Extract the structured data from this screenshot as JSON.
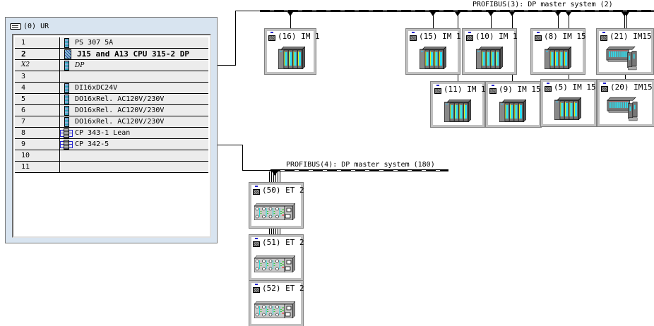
{
  "rack": {
    "title": "(0) UR",
    "rows": [
      {
        "slot": "1",
        "module": "PS 307 5A",
        "icon": "power-supply-icon",
        "style": "normal"
      },
      {
        "slot": "2",
        "module": "J15 and A13 CPU 315-2 DP",
        "icon": "cpu-icon",
        "style": "bold"
      },
      {
        "slot": "X2",
        "module": "DP",
        "icon": "module-icon",
        "style": "italic"
      },
      {
        "slot": "3",
        "module": "",
        "icon": "",
        "style": "normal"
      },
      {
        "slot": "4",
        "module": "DI16xDC24V",
        "icon": "module-icon",
        "style": "normal"
      },
      {
        "slot": "5",
        "module": "DO16xRel. AC120V/230V",
        "icon": "module-icon",
        "style": "normal"
      },
      {
        "slot": "6",
        "module": "DO16xRel. AC120V/230V",
        "icon": "module-icon",
        "style": "normal"
      },
      {
        "slot": "7",
        "module": "DO16xRel. AC120V/230V",
        "icon": "module-icon",
        "style": "normal"
      },
      {
        "slot": "8",
        "module": "CP 343-1 Lean",
        "icon": "cp-icon",
        "style": "normal"
      },
      {
        "slot": "9",
        "module": "CP 342-5",
        "icon": "cp-icon",
        "style": "normal"
      },
      {
        "slot": "10",
        "module": "",
        "icon": "",
        "style": "normal"
      },
      {
        "slot": "11",
        "module": "",
        "icon": "",
        "style": "normal"
      }
    ]
  },
  "buses": [
    {
      "label": "PROFIBUS(3): DP master system (2)"
    },
    {
      "label": "PROFIBUS(4): DP master system (180)"
    }
  ],
  "stations_bus3": [
    {
      "label": "(16) IM 1",
      "type": "s7-300"
    },
    {
      "label": "(15) IM 1",
      "type": "s7-300"
    },
    {
      "label": "(10) IM 1",
      "type": "s7-300"
    },
    {
      "label": "(8) IM 15",
      "type": "s7-300"
    },
    {
      "label": "(21) IM15",
      "type": "et200s"
    },
    {
      "label": "(11) IM 1",
      "type": "s7-300"
    },
    {
      "label": "(9) IM 15",
      "type": "s7-300"
    },
    {
      "label": "(5) IM 15",
      "type": "s7-300"
    },
    {
      "label": "(20) IM15",
      "type": "et200s"
    }
  ],
  "stations_bus4": [
    {
      "label": "(50) ET 2",
      "type": "et200"
    },
    {
      "label": "(51) ET 2",
      "type": "et200"
    },
    {
      "label": "(52) ET 2",
      "type": "et200"
    }
  ]
}
